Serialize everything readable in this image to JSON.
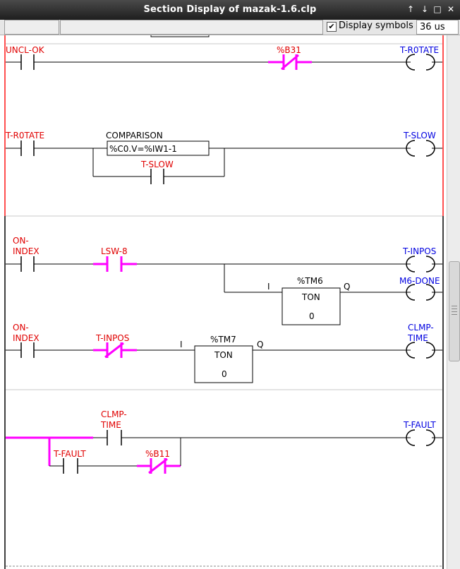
{
  "window": {
    "title": "Section Display of mazak-1.6.clp"
  },
  "toolbar": {
    "display_symbols_label": "Display symbols",
    "display_symbols_checked": true,
    "scan_time": "36 us"
  },
  "colors": {
    "input_label": "#e00000",
    "coil_label": "#0000e0",
    "energized": "#ff00ff",
    "rail_active": "#ff5050"
  },
  "rungs": [
    {
      "contacts": [
        {
          "label": "UNCL-OK",
          "kind": "NO"
        },
        {
          "label": "%B31",
          "kind": "NC",
          "energized": true
        }
      ],
      "coil": "T-R0TATE"
    },
    {
      "contacts": [
        {
          "label": "T-R0TATE",
          "kind": "NO"
        },
        {
          "label": "T-SLOW",
          "kind": "NO",
          "branch": true
        }
      ],
      "comparison": {
        "header": "COMPARISON",
        "expr": "%C0.V=%IW1-1"
      },
      "coil": "T-SLOW"
    },
    {
      "contacts": [
        {
          "label_line1": "ON-",
          "label_line2": "INDEX",
          "kind": "NO"
        },
        {
          "label": "LSW-8",
          "kind": "NO",
          "energized": true
        }
      ],
      "coil": "T-INPOS",
      "timer": {
        "name": "%TM6",
        "type": "TON",
        "preset": "0",
        "in": "I",
        "out": "Q"
      },
      "timer_coil": "M6-DONE"
    },
    {
      "contacts": [
        {
          "label_line1": "ON-",
          "label_line2": "INDEX",
          "kind": "NO"
        },
        {
          "label": "T-INPOS",
          "kind": "NC",
          "energized": true
        }
      ],
      "timer": {
        "name": "%TM7",
        "type": "TON",
        "preset": "0",
        "in": "I",
        "out": "Q"
      },
      "coil_line1": "CLMP-",
      "coil_line2": "TIME"
    },
    {
      "contacts": [
        {
          "label_line1": "CLMP-",
          "label_line2": "TIME",
          "kind": "NO"
        },
        {
          "label": "T-FAULT",
          "kind": "NO",
          "branch": true
        },
        {
          "label": "%B11",
          "kind": "NC",
          "energized": true,
          "branch": true
        }
      ],
      "coil": "T-FAULT"
    }
  ]
}
